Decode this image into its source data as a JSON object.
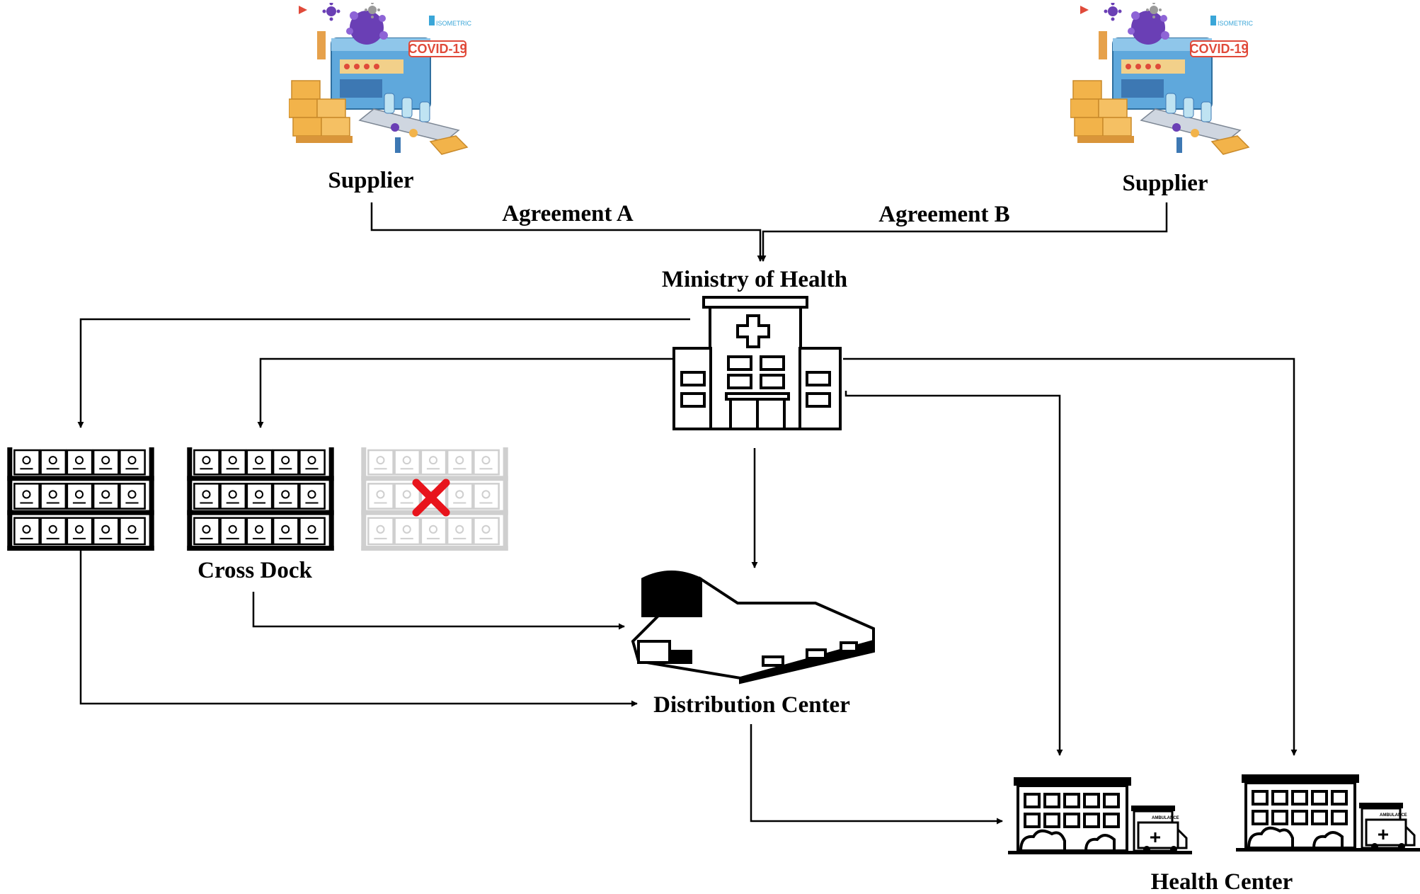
{
  "labels": {
    "supplier_left": "Supplier",
    "supplier_right": "Supplier",
    "agreement_a": "Agreement A",
    "agreement_b": "Agreement B",
    "ministry": "Ministry of Health",
    "cross_dock": "Cross Dock",
    "distribution_center": "Distribution Center",
    "health_center": "Health Center"
  },
  "supplier_badge": "COVID-19",
  "supplier_brand": "ISOMETRIC",
  "ambulance_text": "AMBULANCE",
  "colors": {
    "line": "#000000",
    "cross_mark": "#e8141c",
    "badge": "#e04a3a",
    "factory_blue": "#5fa8dc",
    "box_orange": "#f2b34a",
    "virus_purple": "#6a3fb5",
    "disabled_gray": "#cfcfcf"
  },
  "icons": {
    "supplier": "factory-icon",
    "ministry": "hospital-icon",
    "storage": "warehouse-rack-icon",
    "unavailable": "red-cross-mark-icon",
    "distribution": "distribution-building-icon",
    "health_center": "clinic-with-ambulance-icon"
  }
}
